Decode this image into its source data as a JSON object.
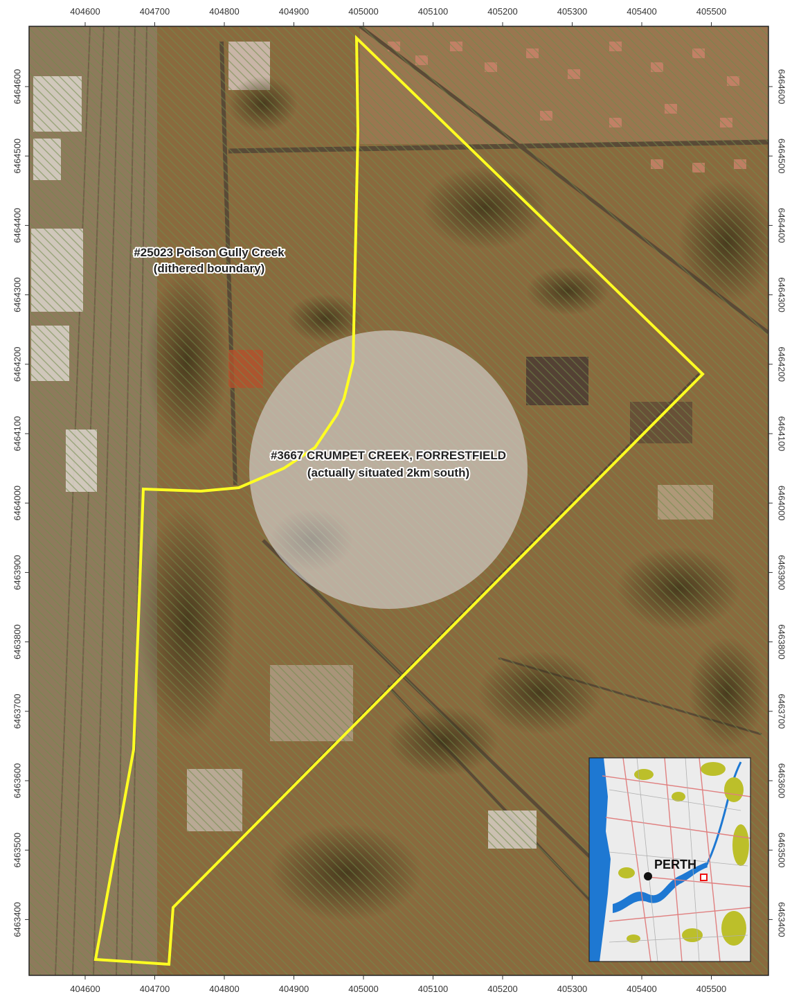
{
  "map": {
    "type": "aerial-site-map",
    "x_ticks": [
      "404600",
      "404700",
      "404800",
      "404900",
      "405000",
      "405100",
      "405200",
      "405300",
      "405400",
      "405500"
    ],
    "y_ticks": [
      "6464600",
      "6464500",
      "6464400",
      "6464300",
      "6464200",
      "6464100",
      "6464000",
      "6463900",
      "6463800",
      "6463700",
      "6463600",
      "6463500",
      "6463400"
    ],
    "labels": {
      "poison_gully_line1": "#25023 Poison Gully Creek",
      "poison_gully_line2": "(dithered boundary)",
      "crumpet_line1": "#3667 CRUMPET CREEK, FORRESTFIELD",
      "crumpet_line2": "(actually situated 2km south)"
    },
    "colors": {
      "boundary": "#ffff22",
      "hatch": "#6e8c4a",
      "ground": "#8a6a3e",
      "dithered_circle": "#e6e6ec"
    }
  },
  "inset": {
    "city_label": "PERTH",
    "colors": {
      "ocean": "#1e78d2",
      "land": "#ececec",
      "vegetation": "#bcbf2a",
      "roads": "#e08080",
      "site_marker": "#ee1111"
    }
  }
}
